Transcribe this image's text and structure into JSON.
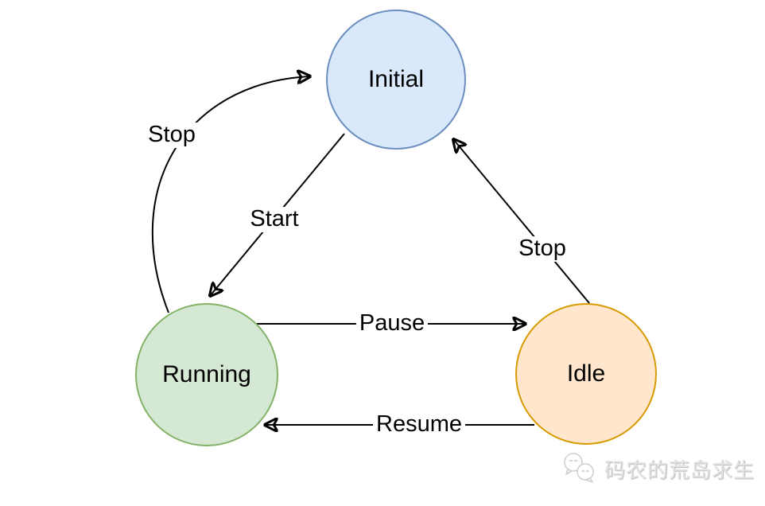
{
  "diagram": {
    "type": "state-machine",
    "background": "#ffffff",
    "arrow_color": "#000000",
    "states": [
      {
        "id": "initial",
        "label": "Initial",
        "fill": "#dae8fc",
        "stroke": "#6c8ebf"
      },
      {
        "id": "running",
        "label": "Running",
        "fill": "#d5e8d4",
        "stroke": "#82b366"
      },
      {
        "id": "idle",
        "label": "Idle",
        "fill": "#ffe6cc",
        "stroke": "#d79b00"
      }
    ],
    "transitions": [
      {
        "from": "running",
        "to": "initial",
        "label": "Stop",
        "shape": "curved"
      },
      {
        "from": "initial",
        "to": "running",
        "label": "Start",
        "shape": "straight"
      },
      {
        "from": "idle",
        "to": "initial",
        "label": "Stop",
        "shape": "straight"
      },
      {
        "from": "running",
        "to": "idle",
        "label": "Pause",
        "shape": "straight"
      },
      {
        "from": "idle",
        "to": "running",
        "label": "Resume",
        "shape": "straight"
      }
    ]
  },
  "watermark": {
    "logo": "chat-bubbles-icon",
    "text": "码农的荒岛求生",
    "color": "#e3e3e3"
  }
}
